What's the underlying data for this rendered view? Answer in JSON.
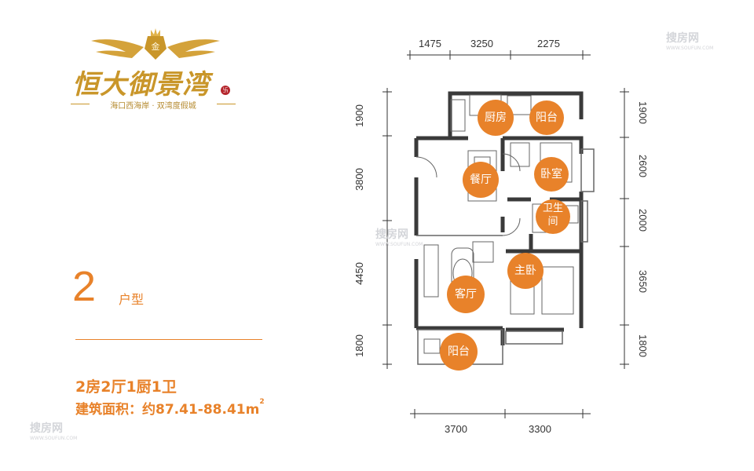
{
  "brand": {
    "logo_name": "恒大御景湾",
    "seal": "卐",
    "tagline": "海口西海岸 · 双湾度假城"
  },
  "unit": {
    "number": "2",
    "suffix": "户型",
    "layout": "2房2厅1厨1卫",
    "area_label": "建筑面积：约87.41-88.41",
    "area_unit": "m",
    "area_sup": "2"
  },
  "dimensions": {
    "top": [
      "1475",
      "3250",
      "2275"
    ],
    "left": [
      "1900",
      "3800",
      "4450",
      "1800"
    ],
    "right": [
      "1900",
      "2600",
      "2000",
      "3650",
      "1800"
    ],
    "bottom": [
      "3700",
      "3300"
    ]
  },
  "rooms": {
    "kitchen": "厨房",
    "balcony_top": "阳台",
    "dining": "餐厅",
    "bedroom": "卧室",
    "bathroom_line1": "卫生",
    "bathroom_line2": "间",
    "master_bedroom": "主卧",
    "living": "客厅",
    "balcony_bottom": "阳台"
  },
  "watermark": {
    "text": "搜房网",
    "sub": "WWW.SOUFUN.COM"
  },
  "colors": {
    "accent": "#e8822a",
    "gold": "#c9962a",
    "wall": "#3a3a3a"
  }
}
